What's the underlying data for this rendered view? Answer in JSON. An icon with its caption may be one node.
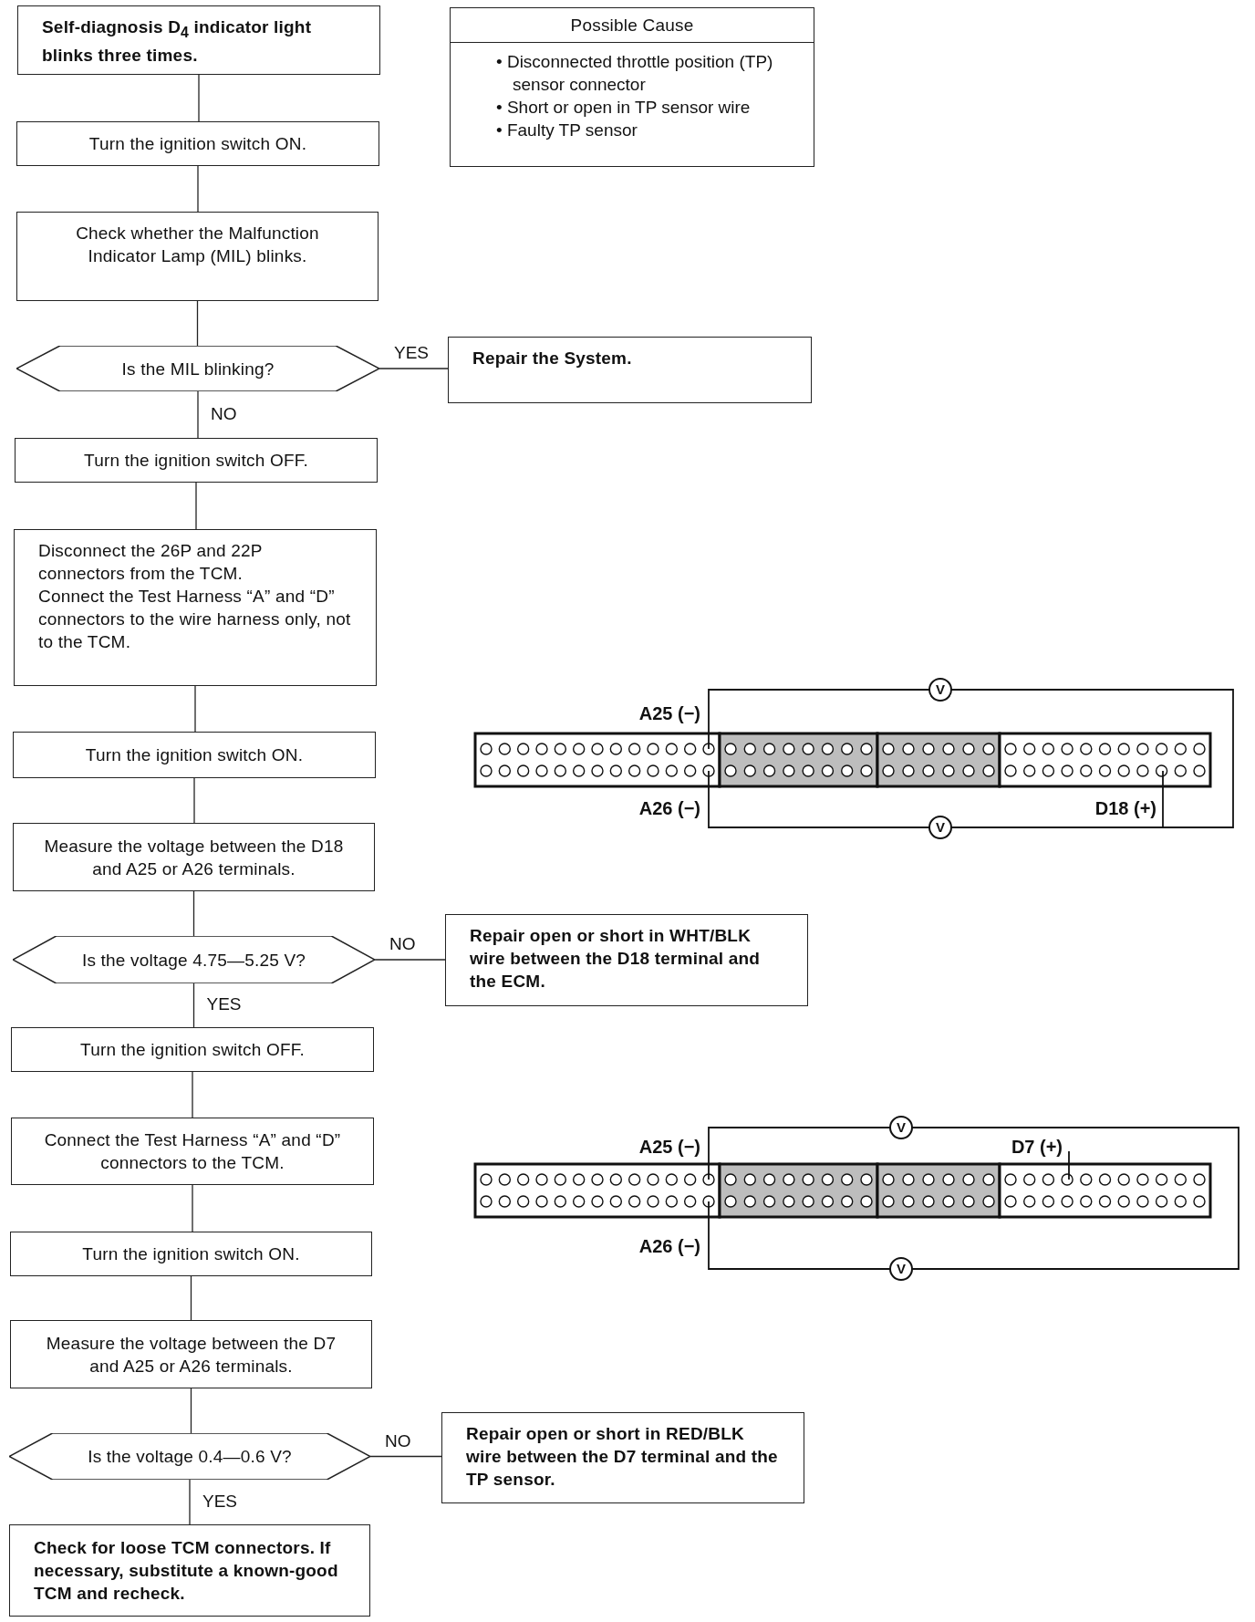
{
  "diagram": {
    "nodes": [
      {
        "text": [
          "Self-diagnosis D$_{4}$ indicator light blinks three times."
        ]
      },
      {
        "text": [
          "Possible Cause",
          "• Disconnected throttle position (TP) sensor connector",
          "• Short or open in TP sensor wire",
          "• Faulty TP sensor"
        ]
      },
      {
        "text": [
          "Turn the ignition switch ON."
        ]
      },
      {
        "text": [
          "Check whether the Malfunction Indicator Lamp (MIL) blinks."
        ]
      },
      {
        "text": [
          "Is the MIL blinking?"
        ]
      },
      {
        "text": [
          "Repair the System."
        ]
      },
      {
        "text": [
          "Turn the ignition switch OFF."
        ]
      },
      {
        "text": [
          "Disconnect the 26P and 22P connectors from the TCM.",
          "Connect the Test Harness “A” and “D” connectors to the wire harness only, not to the TCM."
        ]
      },
      {
        "text": [
          "Turn the ignition switch ON."
        ]
      },
      {
        "text": [
          "Measure the voltage between the D18 and A25 or A26 terminals."
        ]
      },
      {
        "text": [
          "Is the voltage 4.75—5.25 V?"
        ]
      },
      {
        "text": [
          "Repair open or short in WHT/BLK wire between the D18 terminal and the ECM."
        ]
      },
      {
        "text": [
          "Turn the ignition switch OFF."
        ]
      },
      {
        "text": [
          "Connect the Test Harness “A” and “D” connectors to the TCM."
        ]
      },
      {
        "text": [
          "Turn the ignition switch ON."
        ]
      },
      {
        "text": [
          "Measure the voltage between the D7 and A25 or A26 terminals."
        ]
      },
      {
        "text": [
          "Is the voltage 0.4—0.6 V?"
        ]
      },
      {
        "text": [
          "Repair open or short in RED/BLK wire between the D7 terminal and the TP sensor."
        ]
      },
      {
        "text": [
          "Check for loose TCM connectors. If necessary, substitute a known-good TCM and recheck."
        ]
      }
    ],
    "edges": [
      {
        "from": 0,
        "to": 2,
        "arrow": "none"
      },
      {
        "from": 2,
        "to": 3,
        "arrow": "none"
      },
      {
        "from": 3,
        "to": 4,
        "arrow": "none"
      },
      {
        "from": 4,
        "to": 5,
        "arrow": "none",
        "label": "YES"
      },
      {
        "from": 4,
        "to": 6,
        "arrow": "none",
        "label": "NO"
      },
      {
        "from": 6,
        "to": 7,
        "arrow": "none"
      },
      {
        "from": 7,
        "to": 8,
        "arrow": "none"
      },
      {
        "from": 8,
        "to": 9,
        "arrow": "none"
      },
      {
        "from": 9,
        "to": 10,
        "arrow": "none"
      },
      {
        "from": 10,
        "to": 11,
        "arrow": "none",
        "label": "NO"
      },
      {
        "from": 10,
        "to": 12,
        "arrow": "none",
        "label": "YES"
      },
      {
        "from": 12,
        "to": 13,
        "arrow": "none"
      },
      {
        "from": 13,
        "to": 14,
        "arrow": "none"
      },
      {
        "from": 14,
        "to": 15,
        "arrow": "none"
      },
      {
        "from": 15,
        "to": 16,
        "arrow": "none"
      },
      {
        "from": 16,
        "to": 17,
        "arrow": "none",
        "label": "NO"
      },
      {
        "from": 16,
        "to": 18,
        "arrow": "none",
        "label": "YES"
      }
    ],
    "labels": [
      "V",
      "A25 (−)",
      "A26 (−)",
      "D18 (+)",
      "V",
      "V",
      "A25 (−)",
      "D7 (+)",
      "A26 (−)",
      "V"
    ]
  }
}
